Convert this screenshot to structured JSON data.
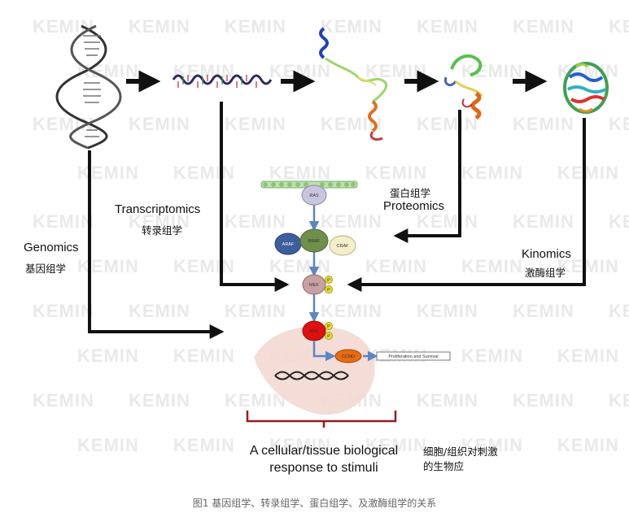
{
  "watermark": "KEMIN",
  "labels": {
    "genomics_en": "Genomics",
    "genomics_cn": "基因组学",
    "transcriptomics_en": "Transcriptomics",
    "transcriptomics_cn": "转录组学",
    "proteomics_cn": "蛋白组学",
    "proteomics_en": "Proteomics",
    "kinomics_en": "Kinomics",
    "kinomics_cn": "激酶组学"
  },
  "pathway": {
    "ras": "RAS",
    "araf": "ARAF",
    "braf": "BRAF",
    "craf": "CRAF",
    "mek": "MEK",
    "erk": "ERK",
    "ccnd": "CCND",
    "phospho": "P",
    "outcome": "Proliferation and Survival"
  },
  "response": {
    "line1": "A cellular/tissue biological",
    "line2": "response to stimuli",
    "cn_line1": "细胞/组织对刺激",
    "cn_line2": "的生物应"
  },
  "caption": "图1 基因组学、转录组学、蛋白组学、及激酶组学的关系",
  "colors": {
    "arrow": "#111111",
    "ras": "#c9c5de",
    "araf": "#3d5f9c",
    "braf": "#6f8f4a",
    "craf": "#f3eecb",
    "mek": "#c9a0a2",
    "erk": "#e01010",
    "ccnd": "#e86a10",
    "phospho": "#e8df2a",
    "membrane": "#9ccc8c",
    "bracket": "#9a1a22",
    "cell_blob": "#f3d8d3"
  }
}
